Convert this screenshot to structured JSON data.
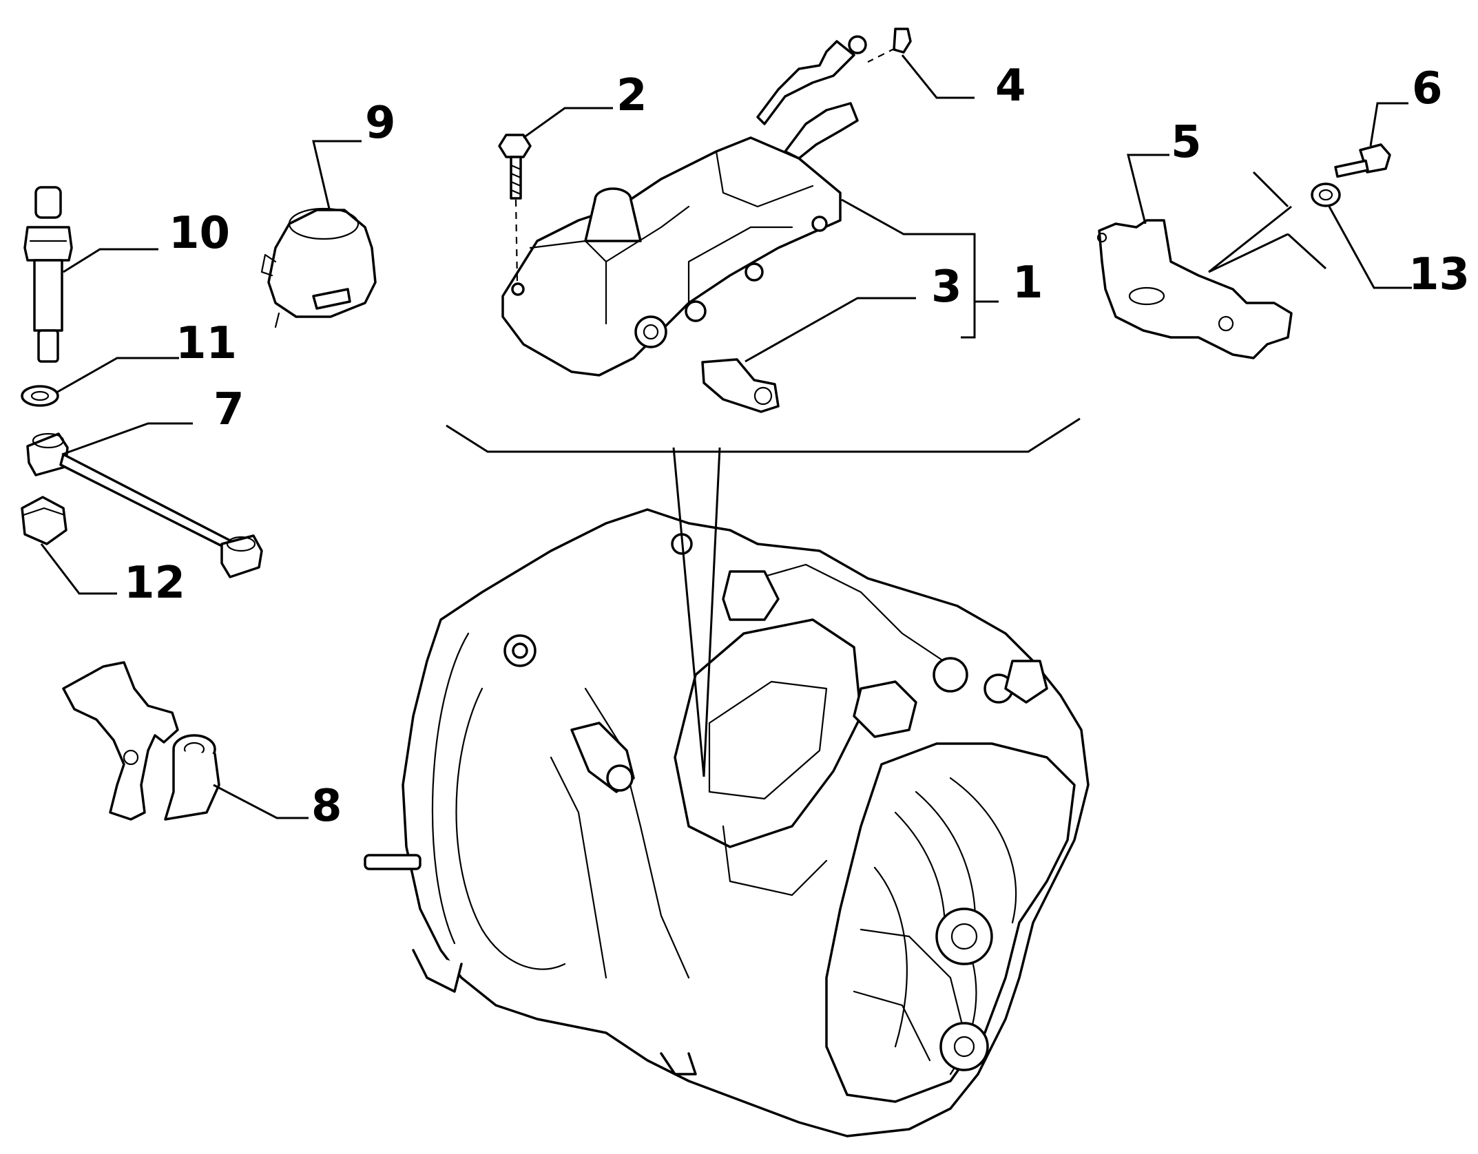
{
  "callouts": {
    "c1": "1",
    "c2": "2",
    "c3": "3",
    "c4": "4",
    "c5": "5",
    "c6": "6",
    "c7": "7",
    "c8": "8",
    "c9": "9",
    "c10": "10",
    "c11": "11",
    "c12": "12",
    "c13": "13"
  },
  "parts": [
    "gearbox-icon",
    "actuator-housing-icon",
    "bolt-icon",
    "sensor-icon",
    "pin-screw-icon",
    "bracket-icon",
    "small-bolt-icon",
    "washer-icon",
    "link-rod-icon",
    "lever-icon",
    "cap-icon",
    "stud-icon",
    "nut-icon"
  ]
}
